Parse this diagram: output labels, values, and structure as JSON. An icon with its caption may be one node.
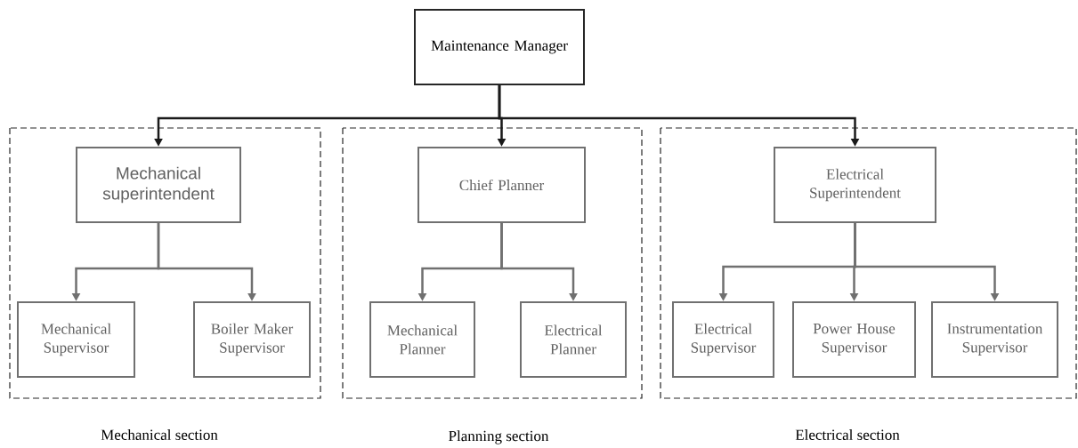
{
  "diagram": {
    "nodes": [
      {
        "text": [
          "Maintenance Manager"
        ]
      },
      {
        "text": [
          "Mechanical section"
        ]
      },
      {
        "text": [
          "Mechanical superintendent"
        ],
        "in": 1
      },
      {
        "text": [
          "Mechanical Supervisor"
        ],
        "in": 1
      },
      {
        "text": [
          "Boiler Maker Supervisor"
        ],
        "in": 1
      },
      {
        "text": [
          "Planning section"
        ]
      },
      {
        "text": [
          "Chief Planner"
        ],
        "in": 5
      },
      {
        "text": [
          "Mechanical Planner"
        ],
        "in": 5
      },
      {
        "text": [
          "Electrical Planner"
        ],
        "in": 5
      },
      {
        "text": [
          "Electrical section"
        ]
      },
      {
        "text": [
          "Electrical Superintendent"
        ],
        "in": 9
      },
      {
        "text": [
          "Electrical Supervisor"
        ],
        "in": 9
      },
      {
        "text": [
          "Power House Supervisor"
        ],
        "in": 9
      },
      {
        "text": [
          "Instrumentation Supervisor"
        ],
        "in": 9
      }
    ],
    "edges": [
      {
        "from": 0,
        "to": 2,
        "arrow": "to",
        "color": "#1a1a1a"
      },
      {
        "from": 0,
        "to": 6,
        "arrow": "to",
        "color": "#1a1a1a"
      },
      {
        "from": 0,
        "to": 10,
        "arrow": "to",
        "color": "#1a1a1a"
      },
      {
        "from": 2,
        "to": 3,
        "arrow": "to"
      },
      {
        "from": 2,
        "to": 4,
        "arrow": "to"
      },
      {
        "from": 6,
        "to": 7,
        "arrow": "to"
      },
      {
        "from": 6,
        "to": 8,
        "arrow": "to"
      },
      {
        "from": 10,
        "to": 11,
        "arrow": "to"
      },
      {
        "from": 10,
        "to": 12,
        "arrow": "to"
      },
      {
        "from": 10,
        "to": 13,
        "arrow": "to"
      }
    ]
  }
}
